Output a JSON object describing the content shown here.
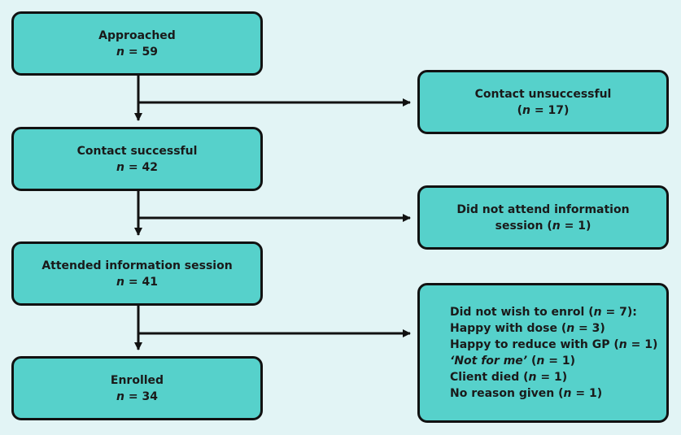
{
  "colors": {
    "background": "#e2f4f5",
    "box_fill": "#56d1cb",
    "line": "#111111"
  },
  "main_boxes": {
    "approached": {
      "title": "Approached",
      "n_var": "n",
      "n_rest": " = 59"
    },
    "contact_successful": {
      "title": "Contact successful",
      "n_var": "n",
      "n_rest": " = 42"
    },
    "attended": {
      "title": "Attended information session",
      "n_var": "n",
      "n_rest": " = 41"
    },
    "enrolled": {
      "title": "Enrolled",
      "n_var": "n",
      "n_rest": " = 34"
    }
  },
  "side_boxes": {
    "contact_unsuccessful": {
      "title": "Contact unsuccessful",
      "pre": "(",
      "n_var": "n",
      "post": " = 17)"
    },
    "did_not_attend": {
      "line1": "Did not attend information",
      "pre": "session (",
      "n_var": "n",
      "post": " = 1)"
    },
    "did_not_enrol": {
      "lines": [
        {
          "pre": "Did not wish to enrol (",
          "n_var": "n",
          "post": " = 7):"
        },
        {
          "pre": "Happy with dose (",
          "n_var": "n",
          "post": " = 3)"
        },
        {
          "pre": "Happy to reduce with GP (",
          "n_var": "n",
          "post": " = 1)"
        },
        {
          "quote": "‘Not for me’",
          "pre": " (",
          "n_var": "n",
          "post": " = 1)"
        },
        {
          "pre": "Client died (",
          "n_var": "n",
          "post": " = 1)"
        },
        {
          "pre": "No reason given (",
          "n_var": "n",
          "post": " = 1)"
        }
      ]
    }
  }
}
